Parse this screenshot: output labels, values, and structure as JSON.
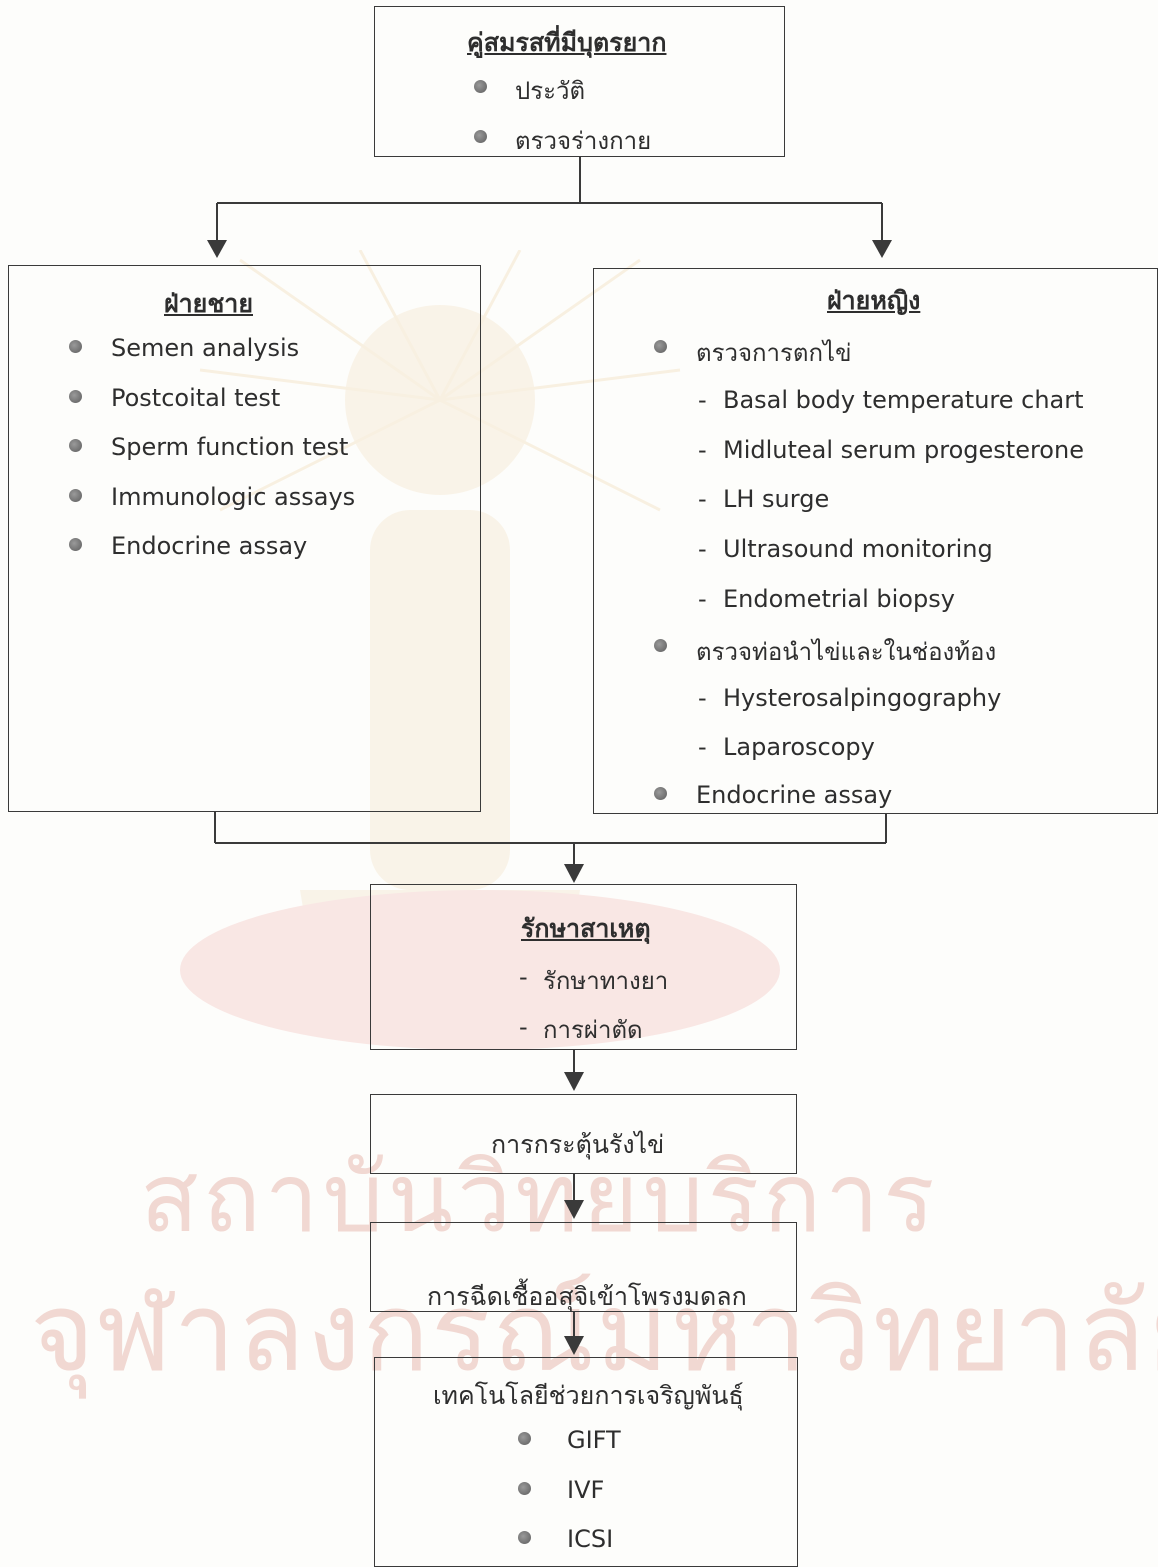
{
  "couple_box": {
    "title": "คู่สมรสที่มีบุตรยาก",
    "items": [
      "ประวัติ",
      "ตรวจร่างกาย"
    ]
  },
  "male_box": {
    "title": "ฝ่ายชาย",
    "items": [
      "Semen analysis",
      "Postcoital test",
      "Sperm function test",
      "Immunologic assays",
      "Endocrine assay"
    ]
  },
  "female_box": {
    "title": "ฝ่ายหญิง",
    "ovulation": {
      "label": "ตรวจการตกไข่",
      "subitems": [
        "Basal body temperature chart",
        "Midluteal serum progesterone",
        "LH surge",
        "Ultrasound monitoring",
        "Endometrial biopsy"
      ]
    },
    "tubal": {
      "label": "ตรวจท่อนำไข่และในช่องท้อง",
      "subitems": [
        "Hysterosalpingography",
        "Laparoscopy"
      ]
    },
    "endocrine": "Endocrine assay"
  },
  "treat_box": {
    "title": "รักษาสาเหตุ",
    "items": [
      "รักษาทางยา",
      "การผ่าตัด"
    ]
  },
  "stim_box": {
    "label": "การกระตุ้นรังไข่"
  },
  "iui_box": {
    "label": "การฉีดเชื้ออสุจิเข้าโพรงมดลก"
  },
  "art_box": {
    "title": "เทคโนโลยีช่วยการเจริญพันธุ์",
    "items": [
      "GIFT",
      "IVF",
      "ICSI"
    ]
  },
  "watermark": {
    "line1": "สถาบันวิทยบริการ",
    "line2": "จุฬาลงกรณ์มหาวิทยาลัย"
  }
}
